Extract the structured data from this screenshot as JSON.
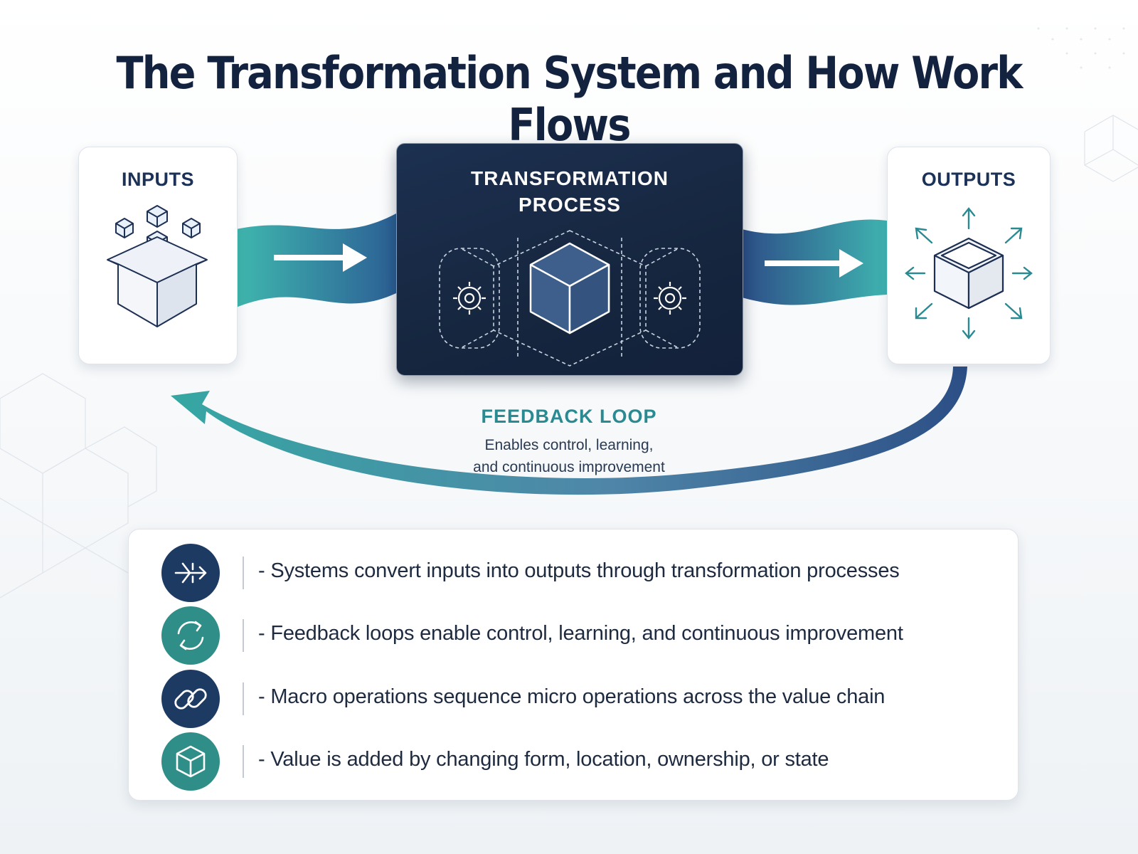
{
  "title": "The Transformation System and How Work Flows",
  "inputs": {
    "label": "INPUTS",
    "icon": "open-box-with-cubes-icon"
  },
  "process": {
    "label_line1": "TRANSFORMATION",
    "label_line2": "PROCESS",
    "icon": "cube-with-gears-icon"
  },
  "outputs": {
    "label": "OUTPUTS",
    "icon": "box-with-radiating-arrows-icon"
  },
  "feedback": {
    "title": "FEEDBACK LOOP",
    "line1": "Enables control, learning,",
    "line2": "and continuous improvement"
  },
  "points": [
    {
      "icon": "flow-arrow-icon",
      "text": "- Systems convert inputs into outputs through transformation processes"
    },
    {
      "icon": "refresh-cycle-icon",
      "text": "- Feedback loops enable control, learning, and continuous improvement"
    },
    {
      "icon": "chain-link-icon",
      "text": "- Macro operations sequence micro operations across the value chain"
    },
    {
      "icon": "cube-icon",
      "text": "- Value is added by changing form, location, ownership, or state"
    }
  ],
  "colors": {
    "navy": "#13233f",
    "teal": "#2a8a92",
    "flow_teal": "#3fb3b0",
    "flow_blue": "#2f5d8c",
    "icon_navy": "#1d3a63",
    "icon_teal": "#2f8f88"
  }
}
